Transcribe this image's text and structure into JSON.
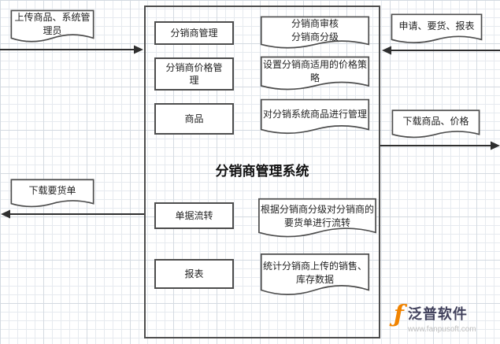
{
  "diagram": {
    "title": "分销商管理系统",
    "modules": [
      {
        "label": "分销商管理"
      },
      {
        "label": "分销商价格管理"
      },
      {
        "label": "商品"
      },
      {
        "label": "单据流转"
      },
      {
        "label": "报表"
      }
    ],
    "functions": [
      {
        "label": "分销商审核\n分销商分级"
      },
      {
        "label": "设置分销商适用的价格策略"
      },
      {
        "label": "对分销系统商品进行管理"
      },
      {
        "label": "根据分销商分级对分销商的要货单进行流转"
      },
      {
        "label": "统计分销商上传的销售、库存数据"
      }
    ],
    "externals": {
      "upload_in": "上传商品、系统管理员",
      "request_in": "申请、要货、报表",
      "download_goods_out": "下载商品、价格",
      "download_order_out": "下载要货单"
    }
  },
  "logo": {
    "icon": "fanpu-f-icon",
    "icon_glyph": "ƒ",
    "brand": "泛普软件",
    "url": "www.fanpusoft.com"
  },
  "colors": {
    "accent_orange": "#f08300",
    "shape_border": "#4d4d4d",
    "connector": "#2f2f2f",
    "grid_line": "#e6eaef",
    "watermark_gray": "#bfbfbf"
  }
}
